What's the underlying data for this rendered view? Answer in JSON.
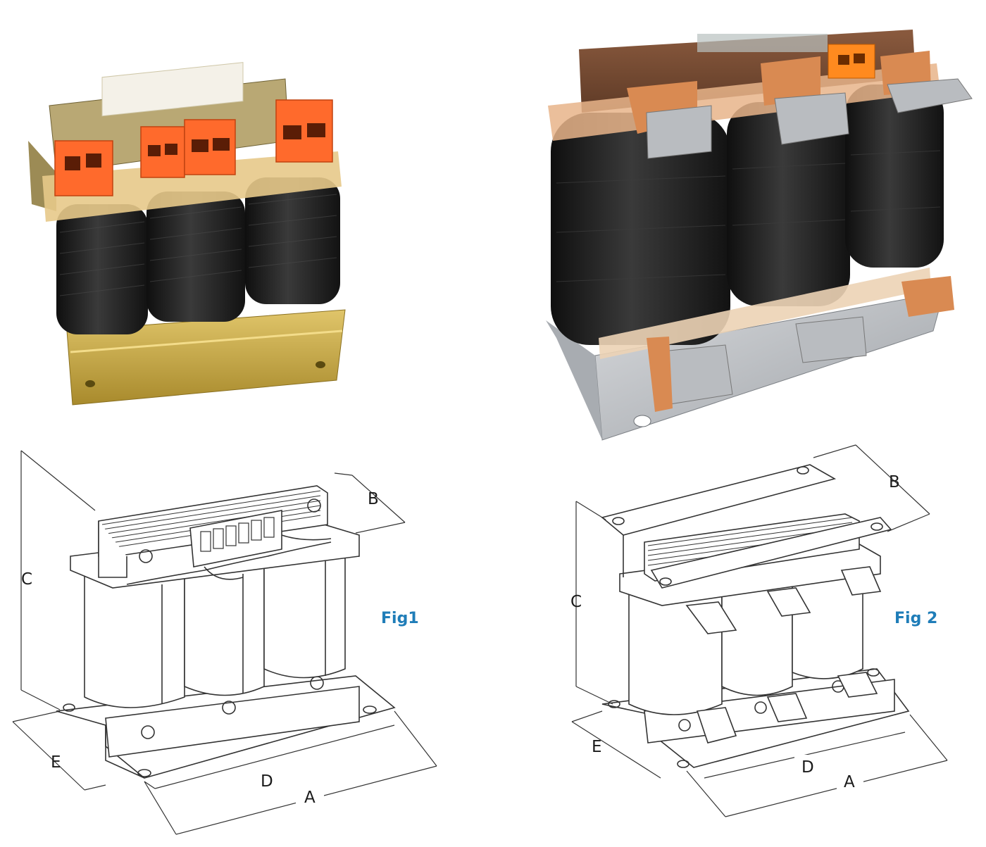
{
  "figures": [
    {
      "label": "Fig1",
      "dimensions": [
        "A",
        "B",
        "C",
        "D",
        "E"
      ]
    },
    {
      "label": "Fig 2",
      "dimensions": [
        "A",
        "B",
        "C",
        "D",
        "E"
      ]
    }
  ],
  "photos": [
    {
      "subject": "three-phase transformer with orange terminal blocks"
    },
    {
      "subject": "three-phase reactor with copper busbar terminals"
    }
  ],
  "colors": {
    "figure_label": "#1f7db8",
    "coil": "#1e1e1e",
    "terminal_orange": "#ff6a2c",
    "brass": "#c9a43c",
    "galvanized": "#b9bcc0",
    "copper": "#d98a52",
    "line": "#333333"
  }
}
